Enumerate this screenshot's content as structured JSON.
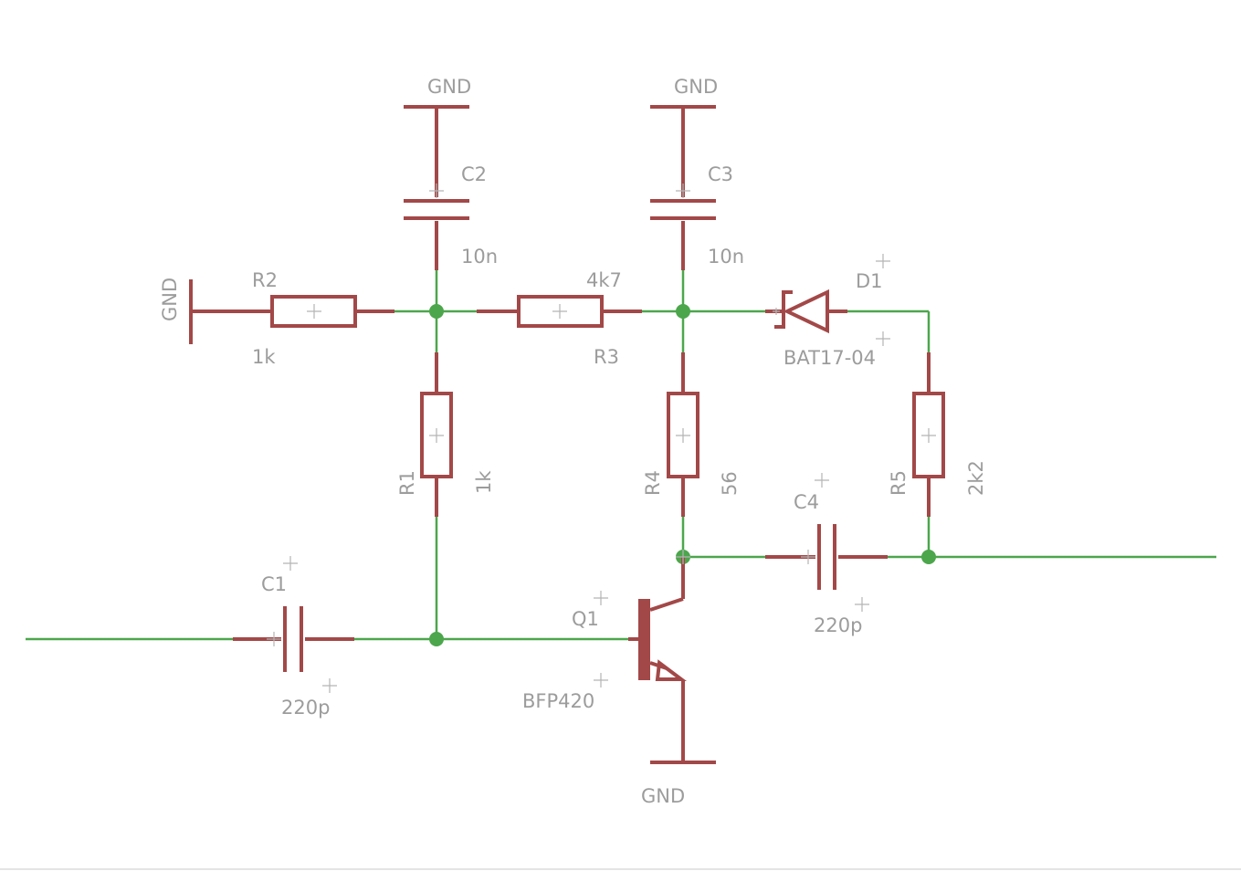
{
  "components": {
    "c1": {
      "name": "C1",
      "value": "220p"
    },
    "c2": {
      "name": "C2",
      "value": "10n"
    },
    "c3": {
      "name": "C3",
      "value": "10n"
    },
    "c4": {
      "name": "C4",
      "value": "220p"
    },
    "r1": {
      "name": "R1",
      "value": "1k"
    },
    "r2": {
      "name": "R2",
      "value": "1k"
    },
    "r3": {
      "name": "R3",
      "value": "4k7"
    },
    "r4": {
      "name": "R4",
      "value": "56"
    },
    "r5": {
      "name": "R5",
      "value": "2k2"
    },
    "d1": {
      "name": "D1",
      "value": "BAT17-04"
    },
    "q1": {
      "name": "Q1",
      "value": "BFP420"
    }
  },
  "gnd": {
    "c2": "GND",
    "c3": "GND",
    "r2": "GND",
    "q1": "GND"
  },
  "colors": {
    "wire": "#4ca64c",
    "part": "#a34848",
    "label": "#9c9c9c",
    "origin_cross": "#b4b4b4"
  }
}
